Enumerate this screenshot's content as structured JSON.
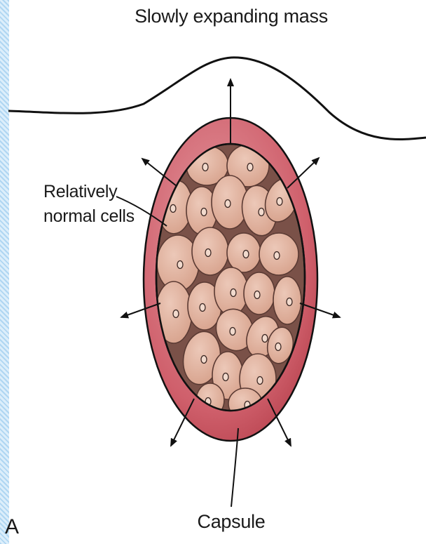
{
  "diagram": {
    "title": "Slowly expanding mass",
    "labels": {
      "cells_line1": "Relatively",
      "cells_line2": "normal cells",
      "capsule": "Capsule"
    },
    "panel_letter": "A"
  },
  "colors": {
    "capsule": "#c9505e",
    "capsule_light": "#e49aa1",
    "cell_fill": "#deaf9c",
    "cell_light": "#ecc8b8",
    "cell_outline": "#5a3a33",
    "interstitial": "#7a5148",
    "stroke": "#111111",
    "accent_strip": "#dceefb"
  },
  "icons": [
    "expansion-arrow-icon",
    "cell-nucleus-icon"
  ]
}
